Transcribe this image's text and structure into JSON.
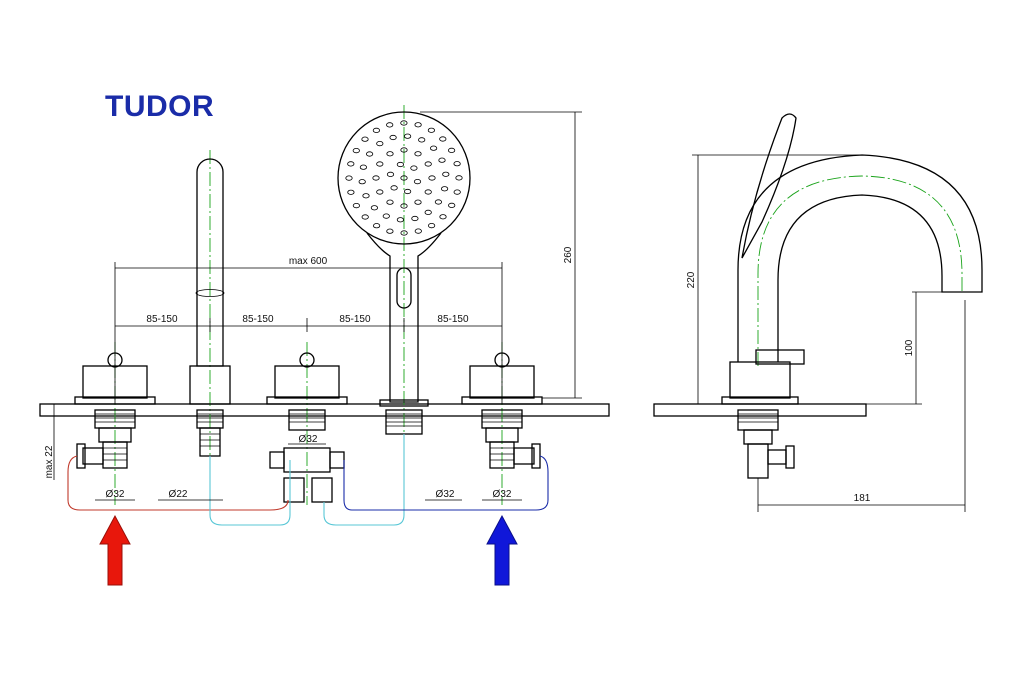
{
  "title": "TUDOR",
  "dimensions": {
    "max_span": "max 600",
    "spacing_1": "85-150",
    "spacing_2": "85-150",
    "spacing_3": "85-150",
    "spacing_4": "85-150",
    "shower_height": "260",
    "max_deck": "max 22",
    "dia_center": "Ø32",
    "dia_left": "Ø32",
    "dia_spout": "Ø22",
    "dia_right_a": "Ø32",
    "dia_right_b": "Ø32",
    "spout_height": "220",
    "spout_outlet_height": "100",
    "spout_reach": "181"
  },
  "colors": {
    "title": "#1a2ca8",
    "hot_pipe": "#c0392b",
    "cold_pipe": "#1a2ca8",
    "mix_pipe": "#59c7d6",
    "hot_arrow": "#e8170c",
    "cold_arrow": "#1017d9",
    "centerline": "#1aa31a"
  },
  "icons": {
    "hot": "red-up-arrow-icon",
    "cold": "blue-up-arrow-icon"
  }
}
